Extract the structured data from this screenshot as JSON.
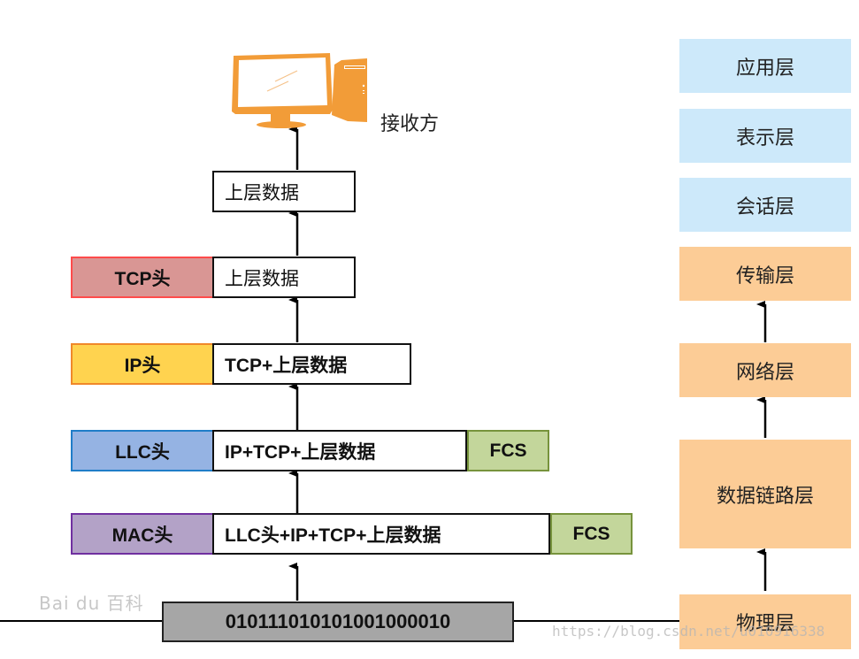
{
  "receiver": {
    "label": "接收方",
    "icon": "desktop-computer-icon",
    "color": "#F29C38"
  },
  "rows": [
    {
      "id": "app-data",
      "data": "上层数据"
    },
    {
      "id": "tcp",
      "header": "TCP头",
      "data": "上层数据",
      "header_color": "#D99694",
      "header_border": "#FF4B4B"
    },
    {
      "id": "ip",
      "header": "IP头",
      "data": "TCP+上层数据",
      "header_color": "#FFD34F",
      "header_border": "#F0882A"
    },
    {
      "id": "llc",
      "header": "LLC头",
      "data": "IP+TCP+上层数据",
      "trailer": "FCS",
      "header_color": "#95B3E3",
      "header_border": "#1F7DC8",
      "trailer_color": "#C3D69B",
      "trailer_border": "#77933C"
    },
    {
      "id": "mac",
      "header": "MAC头",
      "data": "LLC头+IP+TCP+上层数据",
      "trailer": "FCS",
      "header_color": "#B3A2C7",
      "header_border": "#7030A0",
      "trailer_color": "#C3D69B",
      "trailer_border": "#77933C"
    }
  ],
  "bits": {
    "value": "010111010101001000010",
    "color": "#A6A6A6"
  },
  "osi_layers": [
    {
      "name": "应用层",
      "color": "#CDE9FA"
    },
    {
      "name": "表示层",
      "color": "#CDE9FA"
    },
    {
      "name": "会话层",
      "color": "#CDE9FA"
    },
    {
      "name": "传输层",
      "color": "#FCCC96"
    },
    {
      "name": "网络层",
      "color": "#FCCC96"
    },
    {
      "name": "数据链路层",
      "color": "#FCCC96"
    },
    {
      "name": "物理层",
      "color": "#FCCC96"
    }
  ],
  "watermarks": {
    "baidu": "Bai du 百科",
    "csdn": "https://blog.csdn.net/u010916338"
  }
}
